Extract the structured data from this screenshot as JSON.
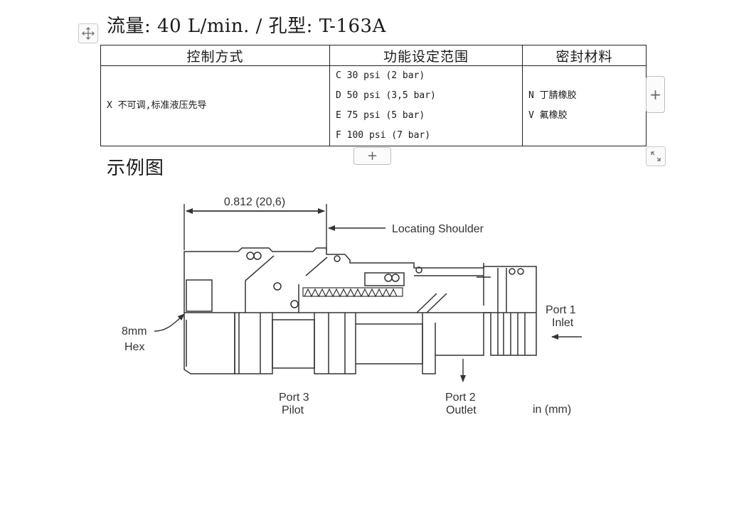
{
  "header": {
    "title": "流量: 40 L/min. / 孔型: T-163A"
  },
  "table": {
    "headers": [
      "控制方式",
      "功能设定范围",
      "密封材料"
    ],
    "control": [
      "X 不可调,标准液压先导"
    ],
    "settings": [
      "C 30 psi (2 bar)",
      "D 50 psi (3,5 bar)",
      "E 75 psi (5 bar)",
      "F 100 psi (7 bar)"
    ],
    "seals": [
      "N 丁腈橡胶",
      "V 氟橡胶"
    ],
    "add_column_label": "+",
    "add_row_label": "+"
  },
  "section": {
    "title": "示例图"
  },
  "diagram": {
    "dimension": "0.812 (20,6)",
    "locating_shoulder": "Locating Shoulder",
    "hex_line1": "8mm",
    "hex_line2": "Hex",
    "port1_line1": "Port 1",
    "port1_line2": "Inlet",
    "port3_line1": "Port 3",
    "port3_line2": "Pilot",
    "port2_line1": "Port 2",
    "port2_line2": "Outlet",
    "units": "in (mm)"
  },
  "icons": {
    "move": "move-icon",
    "resize": "resize-icon"
  }
}
